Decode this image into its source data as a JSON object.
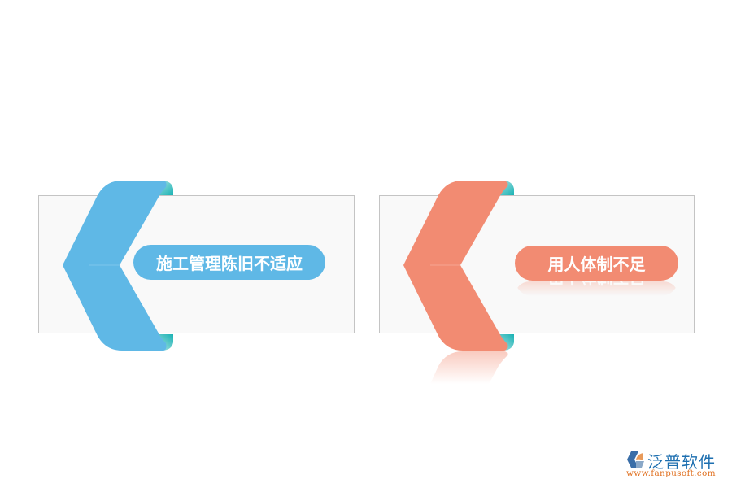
{
  "panels": [
    {
      "label": "施工管理陈旧不适应",
      "color": "#5fb8e6",
      "accent_fold_color": "#3cc0c0",
      "has_reflection": false
    },
    {
      "label": "用人体制不足",
      "color": "#f28b72",
      "accent_fold_color": "#3cc0c0",
      "has_reflection": true
    }
  ],
  "logo": {
    "name": "泛普软件",
    "url": "www.fanpusoft.com",
    "icon": "fanpu-logo-icon",
    "primary_color": "#1d6fb0",
    "secondary_color": "#e07020"
  },
  "colors": {
    "panel_border": "#c4c4c4",
    "panel_background": "#f9f9f9",
    "background": "#ffffff"
  }
}
